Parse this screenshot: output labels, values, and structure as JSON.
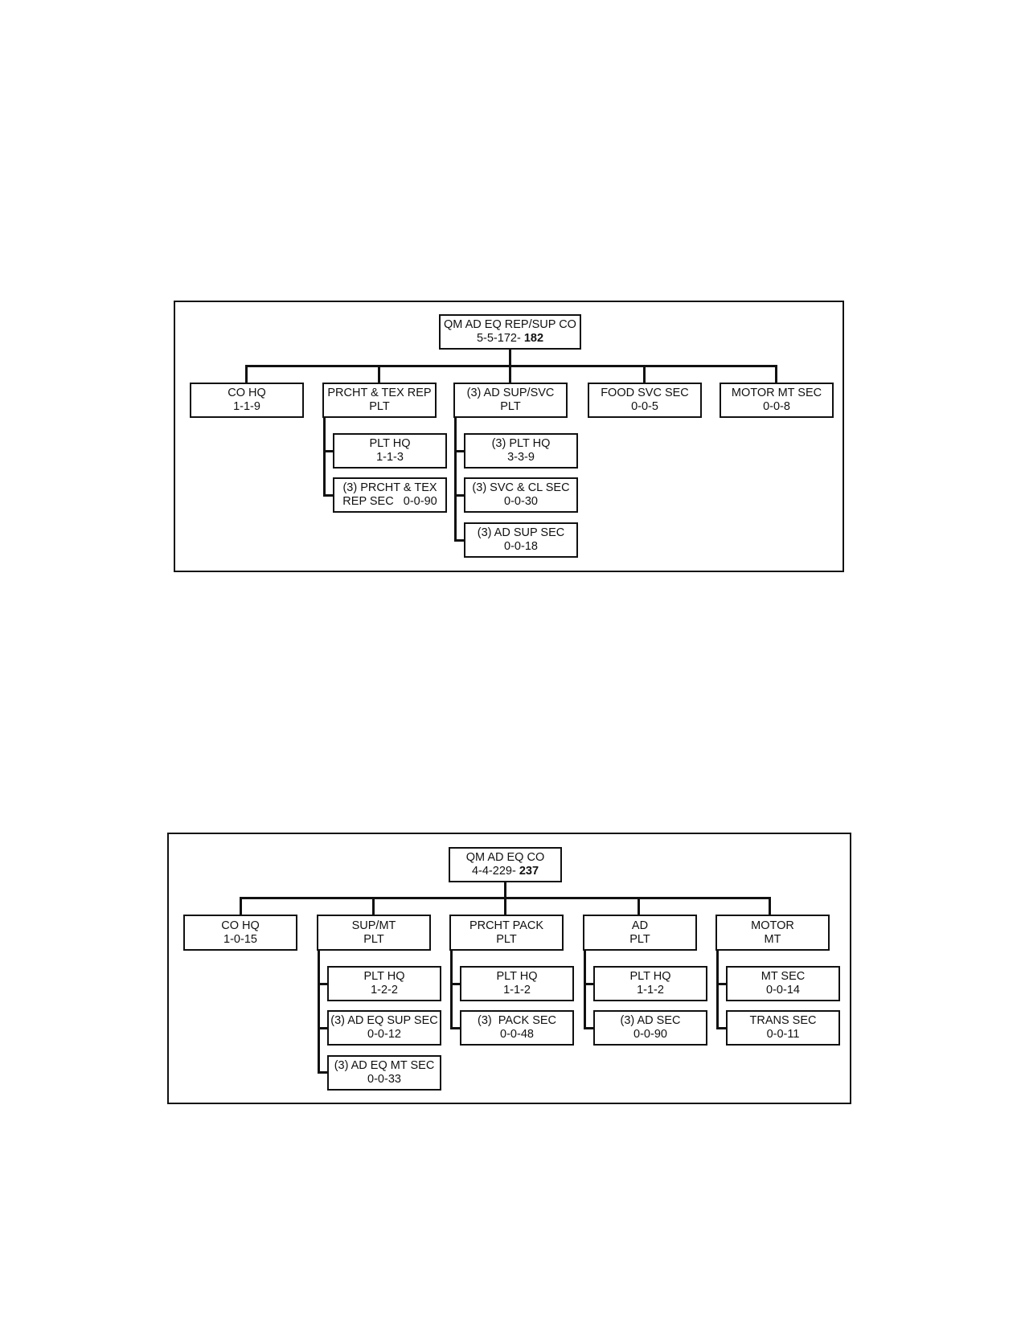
{
  "charts": [
    {
      "root": {
        "line1": "QM AD EQ REP/SUP CO",
        "prefix": "5-5-172- ",
        "total": "182"
      },
      "children": [
        {
          "line1": "CO HQ",
          "line2": "1-1-9",
          "subs": []
        },
        {
          "line1": "PRCHT & TEX REP",
          "line2": "PLT",
          "subs": [
            {
              "line1": "PLT HQ",
              "line2": "1-1-3"
            },
            {
              "line1": "(3) PRCHT & TEX",
              "line2": "REP SEC   0-0-90"
            }
          ]
        },
        {
          "line1": "(3) AD SUP/SVC",
          "line2": "PLT",
          "subs": [
            {
              "line1": "(3) PLT HQ",
              "line2": "3-3-9"
            },
            {
              "line1": "(3) SVC & CL SEC",
              "line2": "0-0-30"
            },
            {
              "line1": "(3) AD SUP SEC",
              "line2": "0-0-18"
            }
          ]
        },
        {
          "line1": "FOOD SVC SEC",
          "line2": "0-0-5",
          "subs": []
        },
        {
          "line1": "MOTOR MT SEC",
          "line2": "0-0-8",
          "subs": []
        }
      ]
    },
    {
      "root": {
        "line1": "QM AD EQ CO",
        "prefix": "4-4-229- ",
        "total": "237"
      },
      "children": [
        {
          "line1": "CO HQ",
          "line2": "1-0-15",
          "subs": []
        },
        {
          "line1": "SUP/MT",
          "line2": "PLT",
          "subs": [
            {
              "line1": "PLT HQ",
              "line2": "1-2-2"
            },
            {
              "line1": "(3) AD EQ SUP SEC",
              "line2": "0-0-12"
            },
            {
              "line1": "(3) AD EQ MT SEC",
              "line2": "0-0-33"
            }
          ]
        },
        {
          "line1": "PRCHT PACK",
          "line2": "PLT",
          "subs": [
            {
              "line1": "PLT HQ",
              "line2": "1-1-2"
            },
            {
              "line1": "(3)  PACK SEC",
              "line2": "0-0-48"
            }
          ]
        },
        {
          "line1": "AD",
          "line2": "PLT",
          "subs": [
            {
              "line1": "PLT HQ",
              "line2": "1-1-2"
            },
            {
              "line1": "(3) AD SEC",
              "line2": "0-0-90"
            }
          ]
        },
        {
          "line1": "MOTOR",
          "line2": "MT",
          "subs": [
            {
              "line1": "MT SEC",
              "line2": "0-0-14"
            },
            {
              "line1": "TRANS SEC",
              "line2": "0-0-11"
            }
          ]
        }
      ]
    }
  ]
}
